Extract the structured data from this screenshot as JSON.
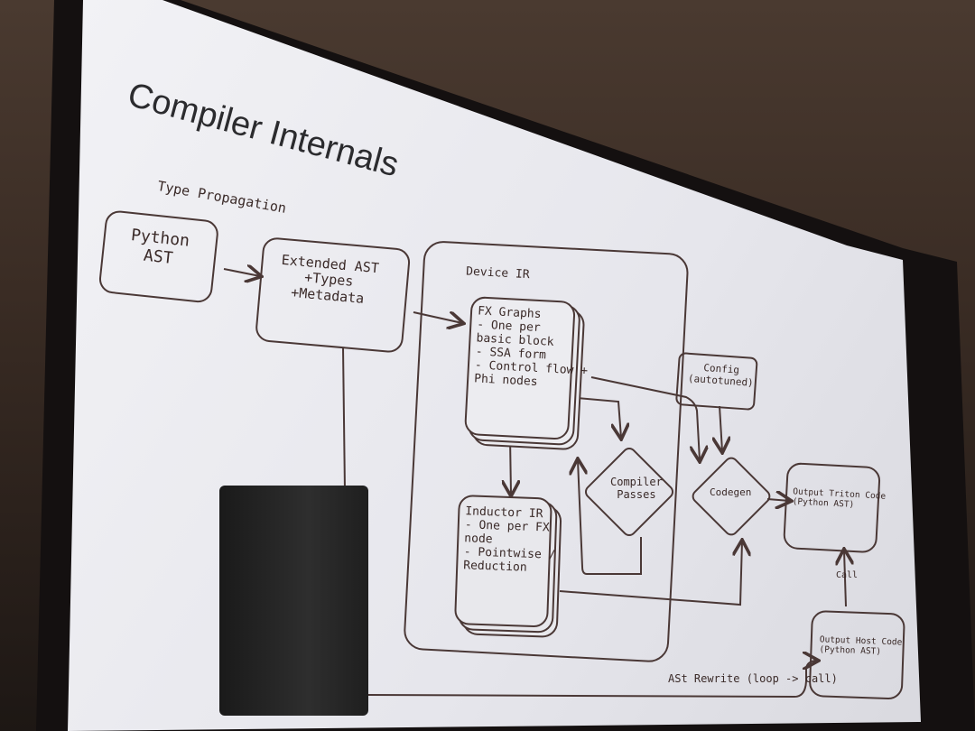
{
  "title": "Compiler Internals",
  "labels": {
    "type_propagation": "Type Propagation",
    "device_ir": "Device IR",
    "call": "Call",
    "ast_rewrite": "ASt Rewrite (loop -> call)"
  },
  "nodes": {
    "python_ast": "Python\nAST",
    "extended_ast": "Extended AST\n+Types\n+Metadata",
    "fx_graphs": "FX Graphs\n- One per\nbasic block\n- SSA form\n- Control flow +\nPhi nodes",
    "inductor_ir": "Inductor IR\n- One per FX\nnode\n- Pointwise /\nReduction",
    "compiler_passes": "Compiler\nPasses",
    "config": "Config\n(autotuned)",
    "codegen": "Codegen",
    "output_triton": "Output Triton Code\n(Python AST)",
    "output_host": "Output Host Code\n(Python AST)"
  }
}
